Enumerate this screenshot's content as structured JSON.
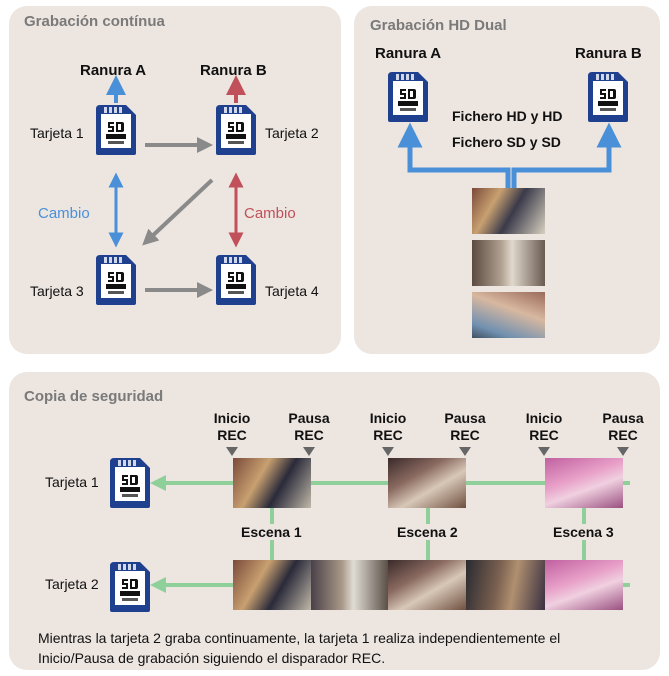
{
  "continuous": {
    "title": "Grabación contínua",
    "slot_a": "Ranura A",
    "slot_b": "Ranura B",
    "card1": "Tarjeta 1",
    "card2": "Tarjeta 2",
    "card3": "Tarjeta 3",
    "card4": "Tarjeta 4",
    "switch_left": "Cambio",
    "switch_right": "Cambio"
  },
  "dual": {
    "title": "Grabación HD Dual",
    "slot_a": "Ranura A",
    "slot_b": "Ranura B",
    "file_hd": "Fichero HD y HD",
    "file_sd": "Fichero SD y SD"
  },
  "backup": {
    "title": "Copia de seguridad",
    "markers": [
      {
        "line1": "Inicio",
        "line2": "REC"
      },
      {
        "line1": "Pausa",
        "line2": "REC"
      },
      {
        "line1": "Inicio",
        "line2": "REC"
      },
      {
        "line1": "Pausa",
        "line2": "REC"
      },
      {
        "line1": "Inicio",
        "line2": "REC"
      },
      {
        "line1": "Pausa",
        "line2": "REC"
      }
    ],
    "card1": "Tarjeta 1",
    "card2": "Tarjeta 2",
    "scenes": [
      "Escena 1",
      "Escena 2",
      "Escena 3"
    ],
    "caption": "Mientras la tarjeta 2 graba continuamente, la tarjeta 1 realiza independientemente el Inicio/Pausa de grabación siguiendo el disparador REC."
  },
  "colors": {
    "panel": "#ece5e0",
    "blue": "#4a90d9",
    "red": "#c0505a",
    "gray": "#8a8a8a",
    "green": "#8fcf9a",
    "card_blue": "#1f3f8f"
  }
}
